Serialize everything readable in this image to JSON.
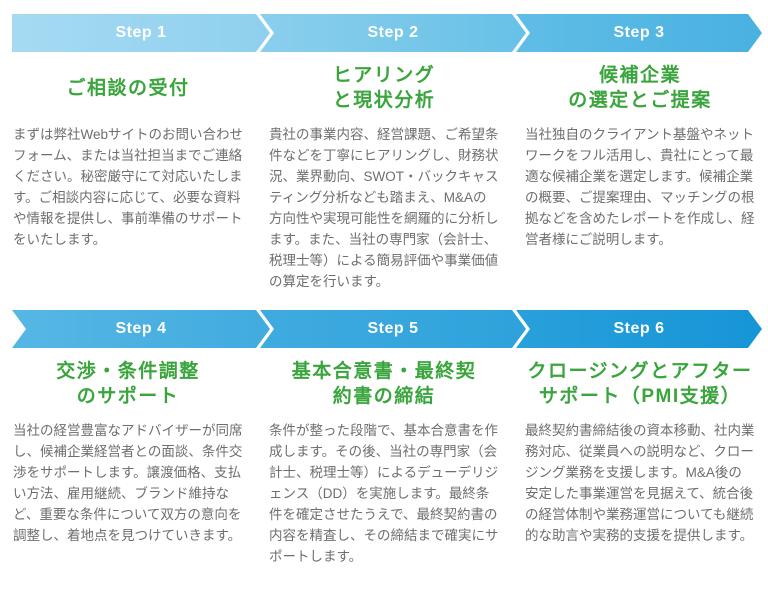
{
  "diagram_title": "M&A process 6-step flow",
  "colors": {
    "background": "#ffffff",
    "title_green": "#3aa53c",
    "body_text": "#6e6e6e",
    "banner_text": "#ffffff"
  },
  "steps": [
    {
      "label": "Step 1",
      "title": "ご相談の受付",
      "body": "まずは弊社Webサイトのお問い合わせフォーム、または当社担当までご連絡ください。秘密厳守にて対応いたします。ご相談内容に応じて、必要な資料や情報を提供し、事前準備のサポートをいたします。",
      "banner_gradient": [
        "#a6daf3",
        "#8fd0ee"
      ]
    },
    {
      "label": "Step 2",
      "title": "ヒアリング\nと現状分析",
      "body": "貴社の事業内容、経営課題、ご希望条件などを丁寧にヒアリングし、財務状況、業界動向、SWOT・バックキャスティング分析なども踏まえ、M&Aの方向性や実現可能性を網羅的に分析します。また、当社の専門家（会計士、税理士等）による簡易評価や事業価値の算定を行います。",
      "banner_gradient": [
        "#8bcfed",
        "#67c1e7"
      ]
    },
    {
      "label": "Step 3",
      "title": "候補企業\nの選定とご提案",
      "body": "当社独自のクライアント基盤やネットワークをフル活用し、貴社にとって最適な候補企業を選定します。候補企業の概要、ご提案理由、マッチングの根拠などを含めたレポートを作成し、経営者様にご説明します。",
      "banner_gradient": [
        "#60bde6",
        "#49b1e1"
      ]
    },
    {
      "label": "Step 4",
      "title": "交渉・条件調整\nのサポート",
      "body": "当社の経営豊富なアドバイザーが同席し、候補企業経営者との面談、条件交渉をサポートします。譲渡価格、支払い方法、雇用継続、ブランド維持など、重要な条件について双方の意向を調整し、着地点を見つけていきます。",
      "banner_gradient": [
        "#56b7e4",
        "#41abdf"
      ]
    },
    {
      "label": "Step 5",
      "title": "基本合意書・最終契\n約書の締結",
      "body": "条件が整った段階で、基本合意書を作成します。その後、当社の専門家（会計士、税理士等）によるデューデリジェンス（DD）を実施します。最終条件を確定させたうえで、最終契約書の内容を精査し、その締結まで確実にサポートします。",
      "banner_gradient": [
        "#3fabdf",
        "#2ea2dc"
      ]
    },
    {
      "label": "Step 6",
      "title": "クロージングとアフター\nサポート（PMI支援）",
      "body": "最終契約書締結後の資本移動、社内業務対応、従業員への説明など、クロージング業務を支援します。M&A後の安定した事業運営を見据えて、統合後の経営体制や業務運営についても継続的な助言や実務的支援を提供します。",
      "banner_gradient": [
        "#28a0db",
        "#1695d7"
      ]
    }
  ]
}
